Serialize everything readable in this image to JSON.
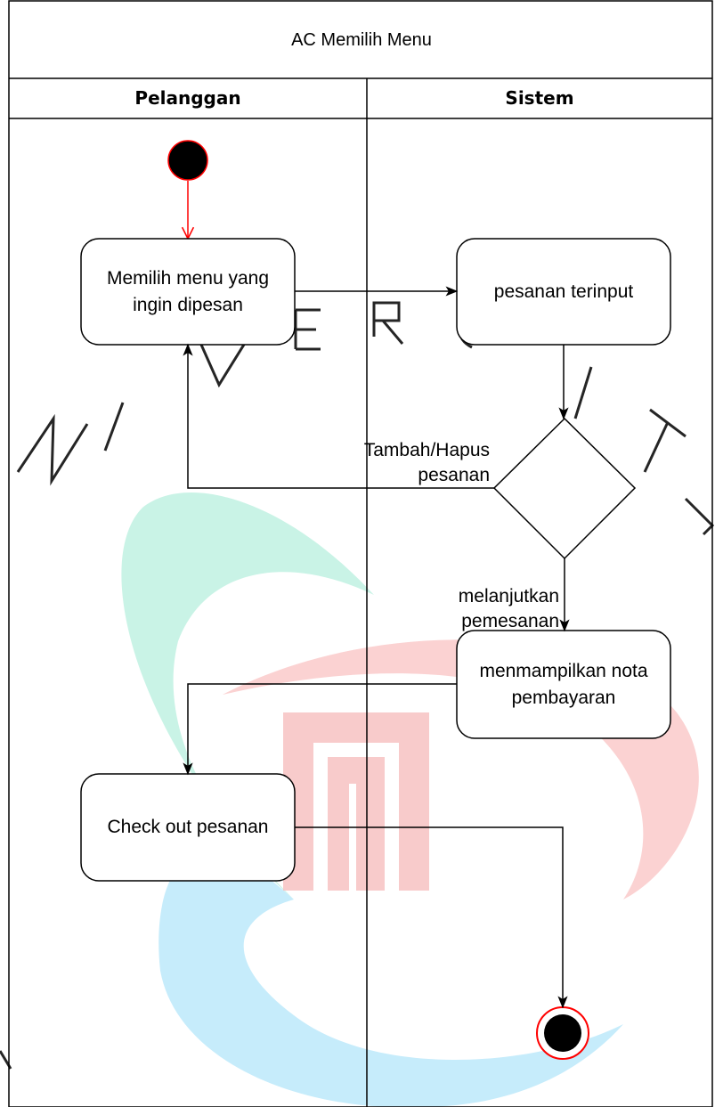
{
  "diagram": {
    "title": "AC Memilih Menu",
    "lanes": [
      {
        "label": "Pelanggan"
      },
      {
        "label": "Sistem"
      }
    ],
    "nodes": {
      "memilih_menu": "Memilih menu yang\ningin dipesan",
      "pesanan_terinput": "pesanan terinput",
      "menampilkan_nota": "menmampilkan nota\npembayaran",
      "check_out": "Check out pesanan"
    },
    "edge_labels": {
      "tambah_hapus": "Tambah/Hapus\npesanan",
      "melanjutkan": "melanjutkan\npemesanan"
    },
    "colors": {
      "line": "#000000",
      "start_arrow": "#ff0000",
      "final_ring": "#ff0000",
      "watermark_teal": "#c9f3e6",
      "watermark_blue": "#c6ecfb",
      "watermark_red": "#fbd2d2",
      "watermark_text": "#000000"
    }
  }
}
